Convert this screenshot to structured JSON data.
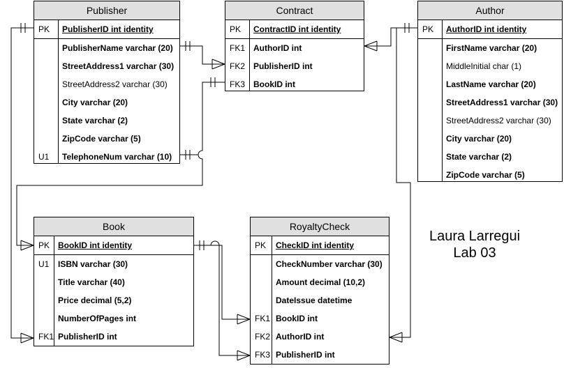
{
  "entities": {
    "publisher": {
      "title": "Publisher",
      "rows": [
        {
          "key": "PK",
          "field": "PublisherID int identity"
        },
        {
          "key": "",
          "field": "PublisherName varchar (20)"
        },
        {
          "key": "",
          "field": "StreetAddress1 varchar (30)"
        },
        {
          "key": "",
          "field": "StreetAddress2 varchar (30)"
        },
        {
          "key": "",
          "field": "City varchar (20)"
        },
        {
          "key": "",
          "field": "State varchar (2)"
        },
        {
          "key": "",
          "field": "ZipCode varchar (5)"
        },
        {
          "key": "U1",
          "field": "TelephoneNum varchar (10)"
        }
      ]
    },
    "contract": {
      "title": "Contract",
      "rows": [
        {
          "key": "PK",
          "field": "ContractID int identity"
        },
        {
          "key": "FK1",
          "field": "AuthorID int"
        },
        {
          "key": "FK2",
          "field": "PublisherID int"
        },
        {
          "key": "FK3",
          "field": "BookID int"
        }
      ]
    },
    "author": {
      "title": "Author",
      "rows": [
        {
          "key": "PK",
          "field": "AuthorID int identity"
        },
        {
          "key": "",
          "field": "FirstName varchar (20)"
        },
        {
          "key": "",
          "field": "MiddleInitial char (1)"
        },
        {
          "key": "",
          "field": "LastName varchar (20)"
        },
        {
          "key": "",
          "field": "StreetAddress1 varchar (30)"
        },
        {
          "key": "",
          "field": "StreetAddress2 varchar (30)"
        },
        {
          "key": "",
          "field": "City varchar (20)"
        },
        {
          "key": "",
          "field": "State varchar (2)"
        },
        {
          "key": "",
          "field": "ZipCode varchar (5)"
        }
      ]
    },
    "book": {
      "title": "Book",
      "rows": [
        {
          "key": "PK",
          "field": "BookID int identity"
        },
        {
          "key": "U1",
          "field": "ISBN varchar (30)"
        },
        {
          "key": "",
          "field": "Title varchar (40)"
        },
        {
          "key": "",
          "field": "Price decimal (5,2)"
        },
        {
          "key": "",
          "field": "NumberOfPages int"
        },
        {
          "key": "FK1",
          "field": "PublisherID int"
        }
      ]
    },
    "royaltycheck": {
      "title": "RoyaltyCheck",
      "rows": [
        {
          "key": "PK",
          "field": "CheckID int identity"
        },
        {
          "key": "",
          "field": "CheckNumber varchar (30)"
        },
        {
          "key": "",
          "field": "Amount decimal (10,2)"
        },
        {
          "key": "",
          "field": "DateIssue datetime"
        },
        {
          "key": "FK1",
          "field": "BookID int"
        },
        {
          "key": "FK2",
          "field": "AuthorID int"
        },
        {
          "key": "FK3",
          "field": "PublisherID int"
        }
      ]
    }
  },
  "note": {
    "line1": "Laura Larregui",
    "line2": "Lab 03"
  }
}
